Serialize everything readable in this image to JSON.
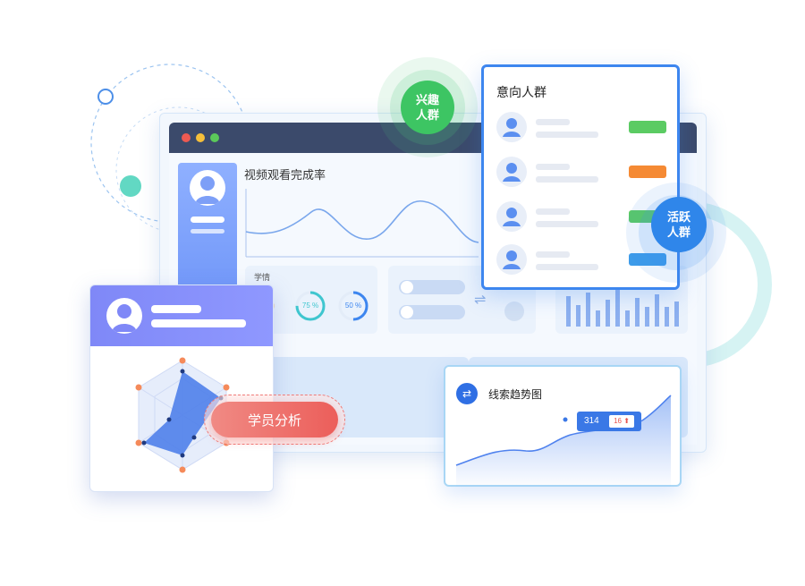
{
  "video_chart": {
    "title": "视频观看完成率"
  },
  "study_status": {
    "label": "学情",
    "rings": [
      {
        "value": "75 %",
        "color": "#3fc6cf",
        "percent": 75
      },
      {
        "value": "50 %",
        "color": "#3d86ef",
        "percent": 50
      }
    ]
  },
  "intent_crowd": {
    "title": "意向人群",
    "rows": [
      {
        "tag_color": "#5bcb63"
      },
      {
        "tag_color": "#f58a34"
      },
      {
        "tag_color": "#5bcb63"
      },
      {
        "tag_color": "#3d9be9"
      }
    ]
  },
  "bubbles": {
    "interest": "兴趣\n人群",
    "active": "活跃\n人群"
  },
  "student_analysis": {
    "button_label": "学员分析"
  },
  "trend": {
    "title": "线索趋势图",
    "tooltip_value": "314",
    "tooltip_badge": "16 ⬆"
  },
  "colors": {
    "accent_blue": "#3d86ef",
    "green": "#3dc563",
    "red": "#ec5e5a",
    "purple": "#7f88f7"
  }
}
